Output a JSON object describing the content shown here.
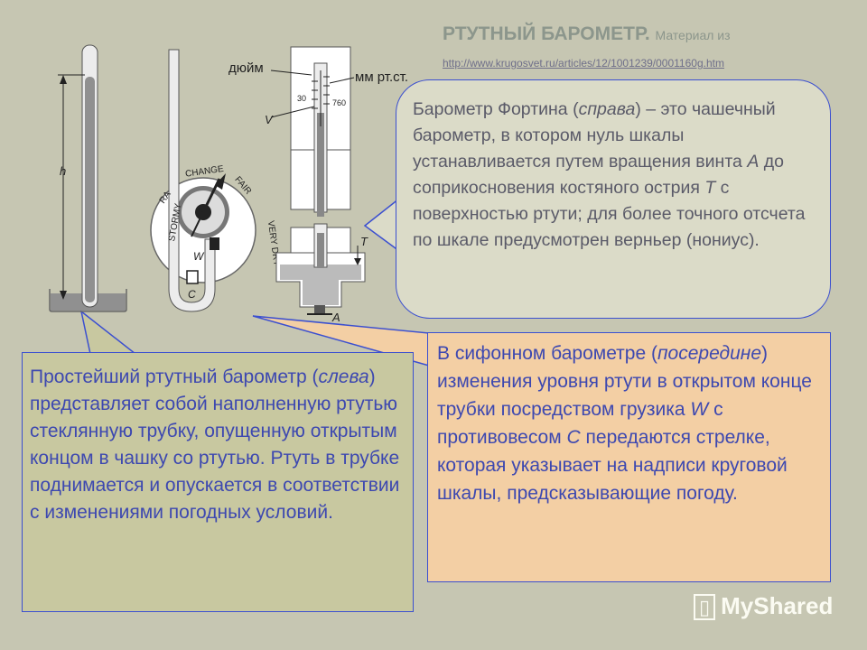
{
  "header": {
    "title": "РТУТНЫЙ БАРОМЕТР",
    "title_dot": ".",
    "subtitle": "Материал из",
    "url": "http://www.krugosvet.ru/articles/12/1001239/0001160g.htm"
  },
  "figure": {
    "label_h": "h",
    "label_inch": "дюйм",
    "label_mm": "мм рт.ст.",
    "tick_30": "30",
    "tick_760": "760",
    "label_v": "V",
    "label_t": "T",
    "label_a": "A",
    "label_w": "W",
    "label_c": "C",
    "dial_change": "CHANGE",
    "dial_fair": "FAIR",
    "dial_very_dry": "VERY DRY",
    "dial_stormy": "STORMY",
    "dial_rain": "RA"
  },
  "fortin_text": {
    "p1": "Барометр Фортина (",
    "p1_em": "справа",
    "p2": ") – это чашечный барометр, в котором нуль шкалы устанавливается путем вращения винта ",
    "p2_em": "A",
    "p3": " до соприкосновения костяного острия ",
    "p3_em": "T",
    "p4": " с поверхностью ртути; для более точного отсчета по шкале предусмотрен верньер (нониус)."
  },
  "simple_text": {
    "p1": "Простейший ртутный барометр (",
    "p1_em": "слева",
    "p2": ") представляет собой наполненную ртутью стеклянную трубку, опущенную открытым концом в чашку со ртутью. Ртуть в трубке поднимается и опускается в соответствии с изменениями погодных условий."
  },
  "siphon_text": {
    "p1": "В сифонном барометре (",
    "p1_em": "посередине",
    "p2": ") изменения уровня ртути в открытом конце трубки посредством грузика ",
    "p2_em": "W",
    "p3": " с противовесом ",
    "p3_em": "C",
    "p4": " передаются стрелке, которая указывает на надписи круговой шкалы, предсказывающие погоду."
  },
  "watermark": "MyShared"
}
